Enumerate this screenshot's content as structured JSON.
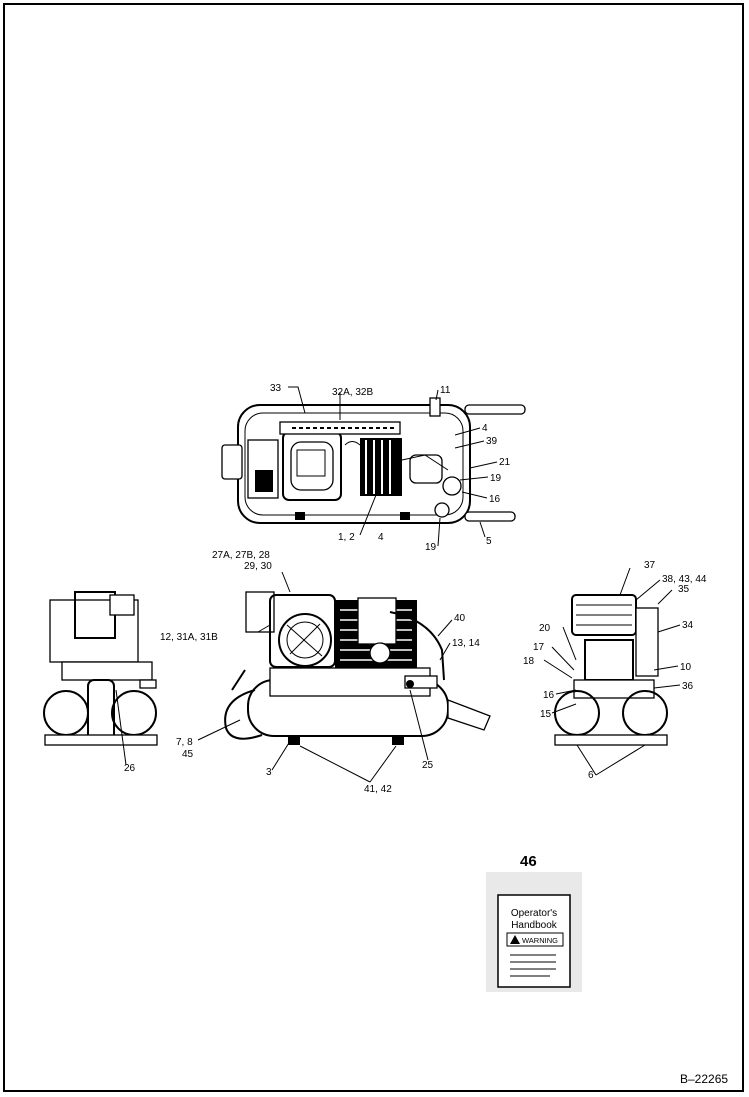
{
  "callouts": {
    "top": [
      "33",
      "32A, 32B",
      "11",
      "4",
      "39",
      "21",
      "19",
      "16",
      "19",
      "5",
      "1, 2",
      "4"
    ],
    "front": [
      "27A, 27B, 28",
      "29, 30",
      "12, 31A, 31B",
      "40",
      "13, 14",
      "25",
      "3",
      "41, 42",
      "7, 8",
      "45"
    ],
    "left_side": [
      "26"
    ],
    "right_side": [
      "37",
      "38, 43, 44",
      "35",
      "34",
      "20",
      "17",
      "18",
      "10",
      "36",
      "16",
      "15",
      "6"
    ]
  },
  "handbook": {
    "item_number": "46",
    "line1": "Operator's",
    "line2": "Handbook",
    "warning": "WARNING"
  },
  "drawing_ref": "B–22265"
}
